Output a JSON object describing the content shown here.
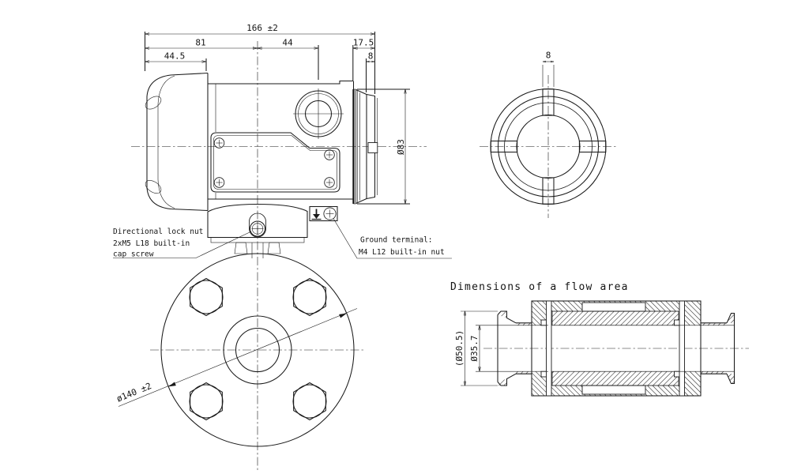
{
  "drawing": {
    "side_view": {
      "dims": {
        "overall": "166 ±2",
        "left_to_center": "81",
        "center_to_body_end": "44",
        "cover_depth": "44.5",
        "flange_to_end": "17.5",
        "end_band": "8",
        "flange_diameter": "Ø83"
      },
      "lock_nut_note": [
        "Directional lock nut",
        "2xM5 L18 built-in",
        "cap screw"
      ],
      "ground_note": [
        "Ground terminal:",
        "M4 L12 built-in nut"
      ]
    },
    "flange_view": {
      "dims": {
        "flange_diameter": "ø140 ±2"
      }
    },
    "end_view": {
      "dims": {
        "tab_width": "8"
      }
    },
    "flow_area_view": {
      "title": "Dimensions of a flow area",
      "dims": {
        "ferrule_od": "(Ø50.5)",
        "bore": "Ø35.7"
      }
    }
  }
}
